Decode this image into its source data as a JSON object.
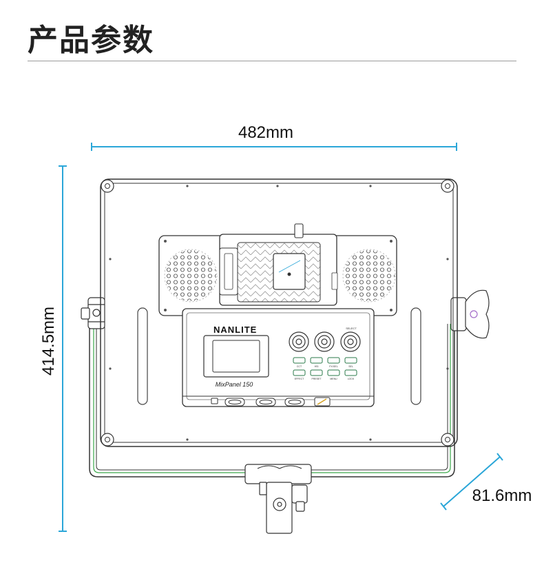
{
  "header": {
    "title": "产品参数"
  },
  "dimensions": {
    "width": "482mm",
    "height": "414.5mm",
    "depth": "81.6mm"
  },
  "device": {
    "brand": "NANLITE",
    "model": "MixPanel 150",
    "knob_label": "SELECT",
    "button_labels_top": [
      "CCT",
      "HSI",
      "FX/GEL",
      "SEL"
    ],
    "button_labels_bottom": [
      "EFFECT",
      "PRESET",
      "MENU",
      "LOCK"
    ]
  },
  "colors": {
    "dimension_line": "#2aa6d8",
    "outline": "#333333",
    "yoke_accent": "#3aa84a"
  }
}
